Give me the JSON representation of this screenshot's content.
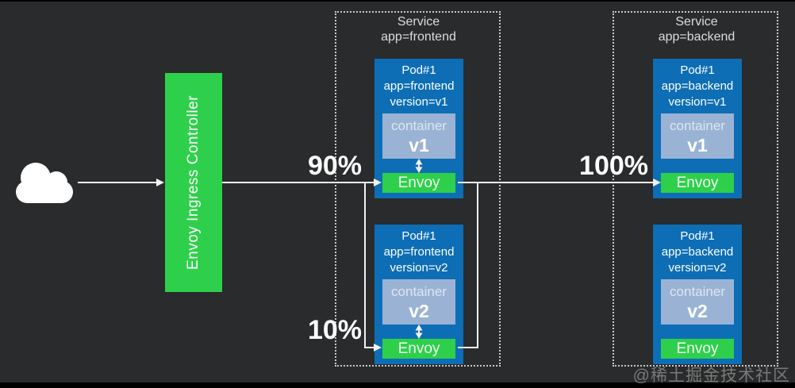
{
  "ingress": {
    "label": "Envoy Ingress Controller"
  },
  "edges": {
    "ingress_to_frontend_v1_weight": "90%",
    "ingress_to_frontend_v2_weight": "10%",
    "frontend_to_backend_weight": "100%"
  },
  "services": [
    {
      "title": "Service",
      "selector": "app=frontend",
      "pods": [
        {
          "lines": [
            "Pod#1",
            "app=frontend",
            "version=v1"
          ],
          "container_label": "container",
          "container_version": "v1",
          "sidecar_label": "Envoy"
        },
        {
          "lines": [
            "Pod#1",
            "app=frontend",
            "version=v2"
          ],
          "container_label": "container",
          "container_version": "v2",
          "sidecar_label": "Envoy"
        }
      ]
    },
    {
      "title": "Service",
      "selector": "app=backend",
      "pods": [
        {
          "lines": [
            "Pod#1",
            "app=backend",
            "version=v1"
          ],
          "container_label": "container",
          "container_version": "v1",
          "sidecar_label": "Envoy"
        },
        {
          "lines": [
            "Pod#1",
            "app=backend",
            "version=v2"
          ],
          "container_label": "container",
          "container_version": "v2",
          "sidecar_label": "Envoy"
        }
      ]
    }
  ],
  "watermark": "@稀土掘金技术社区",
  "colors": {
    "background": "#2a2b2c",
    "pod_blue": "#0d6eb5",
    "container_blue": "#9ab3d5",
    "envoy_green": "#2ed04b",
    "line_white": "#f2f2f2",
    "dashed_border": "#c9c9c9",
    "text_light": "#dcdcdc"
  }
}
